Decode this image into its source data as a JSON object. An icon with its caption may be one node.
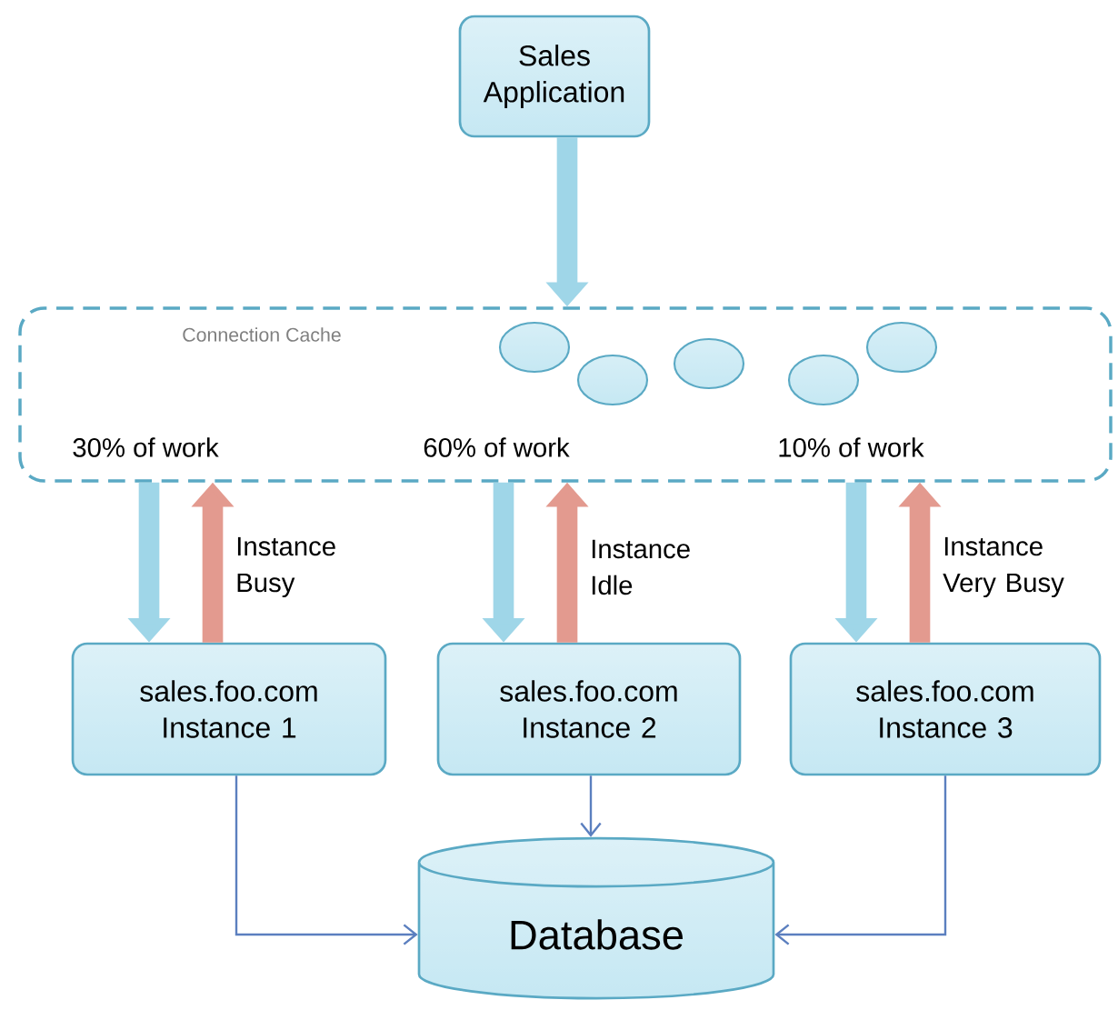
{
  "diagram": {
    "nodes": [
      {
        "text": [
          "Sales Application"
        ]
      },
      {
        "text": [
          "Connection Cache"
        ]
      },
      {
        "text": [],
        "shape": "ellipse",
        "in": 1
      },
      {
        "text": [],
        "shape": "ellipse",
        "in": 1
      },
      {
        "text": [],
        "shape": "ellipse",
        "in": 1
      },
      {
        "text": [],
        "shape": "ellipse",
        "in": 1
      },
      {
        "text": [],
        "shape": "ellipse",
        "in": 1
      },
      {
        "text": [
          "sales.foo.com Instance 1"
        ]
      },
      {
        "text": [
          "sales.foo.com Instance 2"
        ]
      },
      {
        "text": [
          "sales.foo.com Instance 3"
        ]
      },
      {
        "text": [
          "Database"
        ]
      }
    ],
    "edges": [
      {
        "from": 0,
        "to": 1,
        "arrow": "to",
        "color": "#9fd6e8"
      },
      {
        "from": 1,
        "to": 7,
        "arrow": "to",
        "color": "#9fd6e8"
      },
      {
        "from": 7,
        "to": 1,
        "arrow": "to",
        "color": "#e39a8f",
        "label": "Instance Busy"
      },
      {
        "from": 1,
        "to": 8,
        "arrow": "to",
        "color": "#9fd6e8"
      },
      {
        "from": 8,
        "to": 1,
        "arrow": "to",
        "color": "#e39a8f",
        "label": "Instance Idle"
      },
      {
        "from": 1,
        "to": 9,
        "arrow": "to",
        "color": "#9fd6e8"
      },
      {
        "from": 9,
        "to": 1,
        "arrow": "to",
        "color": "#e39a8f",
        "label": "Instance Very Busy"
      },
      {
        "from": 7,
        "to": 10,
        "arrow": "to",
        "color": "#5b7fbf"
      },
      {
        "from": 8,
        "to": 10,
        "arrow": "to",
        "color": "#5b7fbf"
      },
      {
        "from": 9,
        "to": 10,
        "arrow": "to",
        "color": "#5b7fbf"
      }
    ],
    "labels": [
      "30% of work",
      "60% of work",
      "10% of work"
    ]
  }
}
